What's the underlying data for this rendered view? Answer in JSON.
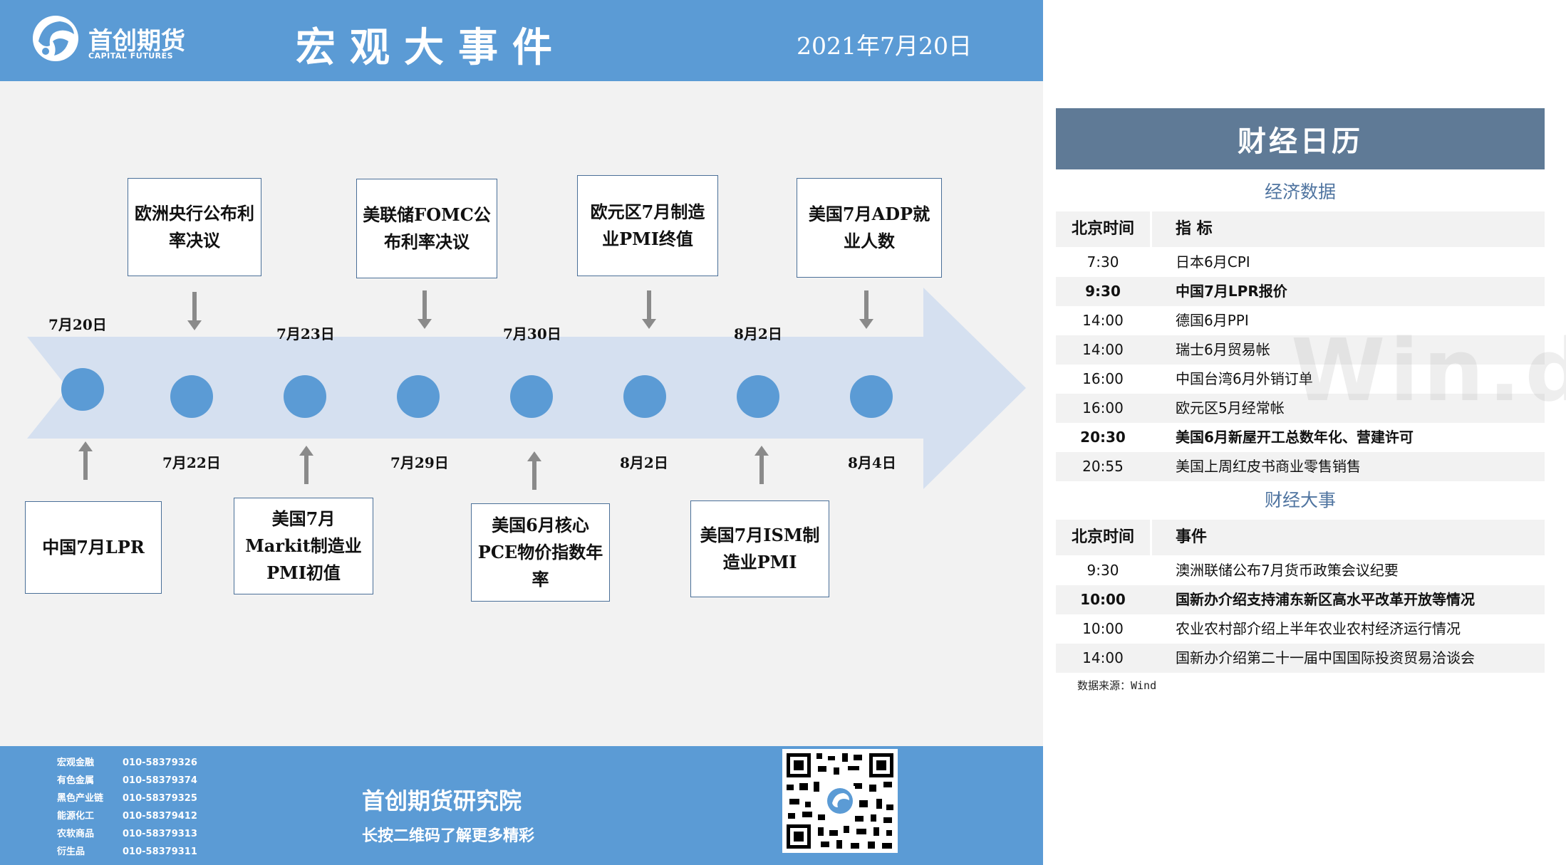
{
  "header": {
    "brand_name": "首创期货",
    "brand_sub": "CAPITAL FUTURES",
    "title": "宏观大事件",
    "date": "2021年7月20日"
  },
  "timeline": {
    "top_events": [
      {
        "text": "欧洲央行公布利率决议",
        "date": "7月22日"
      },
      {
        "text": "美联储FOMC公布利率决议",
        "date": "7月29日"
      },
      {
        "text": "欧元区7月制造业PMI终值",
        "date": "8月2日"
      },
      {
        "text": "美国7月ADP就业人数",
        "date": "8月4日"
      }
    ],
    "bottom_events": [
      {
        "text": "中国7月LPR",
        "date": "7月20日"
      },
      {
        "text": "美国7月Markit制造业PMI初值",
        "date": "7月23日"
      },
      {
        "text": "美国6月核心PCE物价指数年率",
        "date": "7月30日"
      },
      {
        "text": "美国7月ISM制造业PMI",
        "date": "8月2日"
      }
    ]
  },
  "calendar": {
    "title": "财经日历",
    "econ_section": "经济数据",
    "econ_head_time": "北京时间",
    "econ_head_event": "指 标",
    "econ_rows": [
      {
        "time": "7:30",
        "event": "日本6月CPI",
        "bold": false
      },
      {
        "time": "9:30",
        "event": "中国7月LPR报价",
        "bold": true
      },
      {
        "time": "14:00",
        "event": "德国6月PPI",
        "bold": false
      },
      {
        "time": "14:00",
        "event": "瑞士6月贸易帐",
        "bold": false
      },
      {
        "time": "16:00",
        "event": "中国台湾6月外销订单",
        "bold": false
      },
      {
        "time": "16:00",
        "event": "欧元区5月经常帐",
        "bold": false
      },
      {
        "time": "20:30",
        "event": "美国6月新屋开工总数年化、营建许可",
        "bold": true
      },
      {
        "time": "20:55",
        "event": "美国上周红皮书商业零售销售",
        "bold": false
      }
    ],
    "fin_section": "财经大事",
    "fin_head_time": "北京时间",
    "fin_head_event": "事件",
    "fin_rows": [
      {
        "time": "9:30",
        "event": " 澳洲联储公布7月货币政策会议纪要",
        "bold": false
      },
      {
        "time": "10:00",
        "event": "国新办介绍支持浦东新区高水平改革开放等情况",
        "bold": true
      },
      {
        "time": "10:00",
        "event": "农业农村部介绍上半年农业农村经济运行情况",
        "bold": false
      },
      {
        "time": "14:00",
        "event": "国新办介绍第二十一届中国国际投资贸易洽谈会",
        "bold": false
      }
    ],
    "source": "数据来源：Wind",
    "watermark": "Win.d"
  },
  "footer": {
    "contacts": [
      {
        "name": "宏观金融",
        "phone": "010-58379326"
      },
      {
        "name": "有色金属",
        "phone": "010-58379374"
      },
      {
        "name": "黑色产业链",
        "phone": "010-58379325"
      },
      {
        "name": "能源化工",
        "phone": "010-58379412"
      },
      {
        "name": "农软商品",
        "phone": "010-58379313"
      },
      {
        "name": "衍生品",
        "phone": "010-58379311"
      }
    ],
    "title": "首创期货研究院",
    "subtitle": "长按二维码了解更多精彩"
  },
  "colors": {
    "header_blue": "#5b9bd5",
    "arrow_fill": "#d5e0f0",
    "dot_blue": "#5b9bd5",
    "calendar_header": "#5f7a96",
    "section_text": "#4f74a0"
  }
}
